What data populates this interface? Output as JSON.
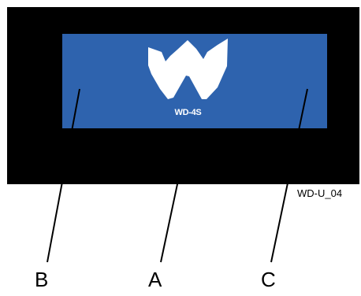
{
  "colors": {
    "frame": "#000000",
    "panel": "#2e63ae",
    "logo": "#ffffff",
    "leader": "#000000"
  },
  "panel": {
    "logo_icon": "w-logo-icon",
    "model_label": "WD-4S"
  },
  "callouts": [
    {
      "id": "b",
      "label": "B",
      "target": "panel-left"
    },
    {
      "id": "a",
      "label": "A",
      "target": "model-label"
    },
    {
      "id": "c",
      "label": "C",
      "target": "panel-right"
    }
  ],
  "figure_id": "WD-U_04"
}
